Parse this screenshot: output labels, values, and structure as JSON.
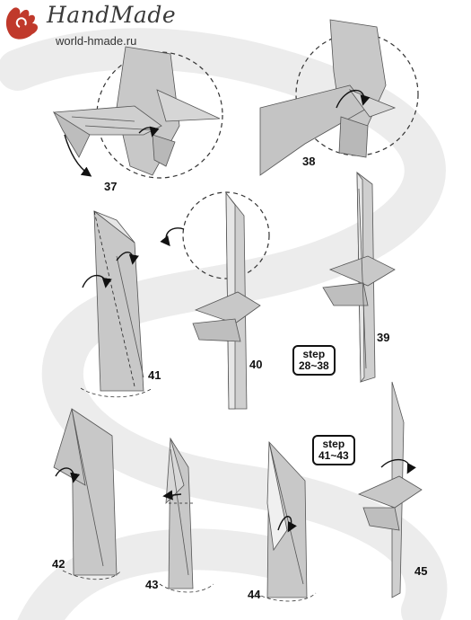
{
  "header": {
    "brand": "HandMade",
    "site": "world-hmade.ru"
  },
  "steps": [
    "37",
    "38",
    "39",
    "40",
    "41",
    "42",
    "43",
    "44",
    "45"
  ],
  "notes": {
    "n1": {
      "line1": "step",
      "line2": "28~38"
    },
    "n2": {
      "line1": "step",
      "line2": "41~43"
    }
  },
  "colors": {
    "paper": "#c8c8c8",
    "paper_light": "#e9e9e9",
    "swirl": "#ececec",
    "logo": "#c0392b"
  }
}
